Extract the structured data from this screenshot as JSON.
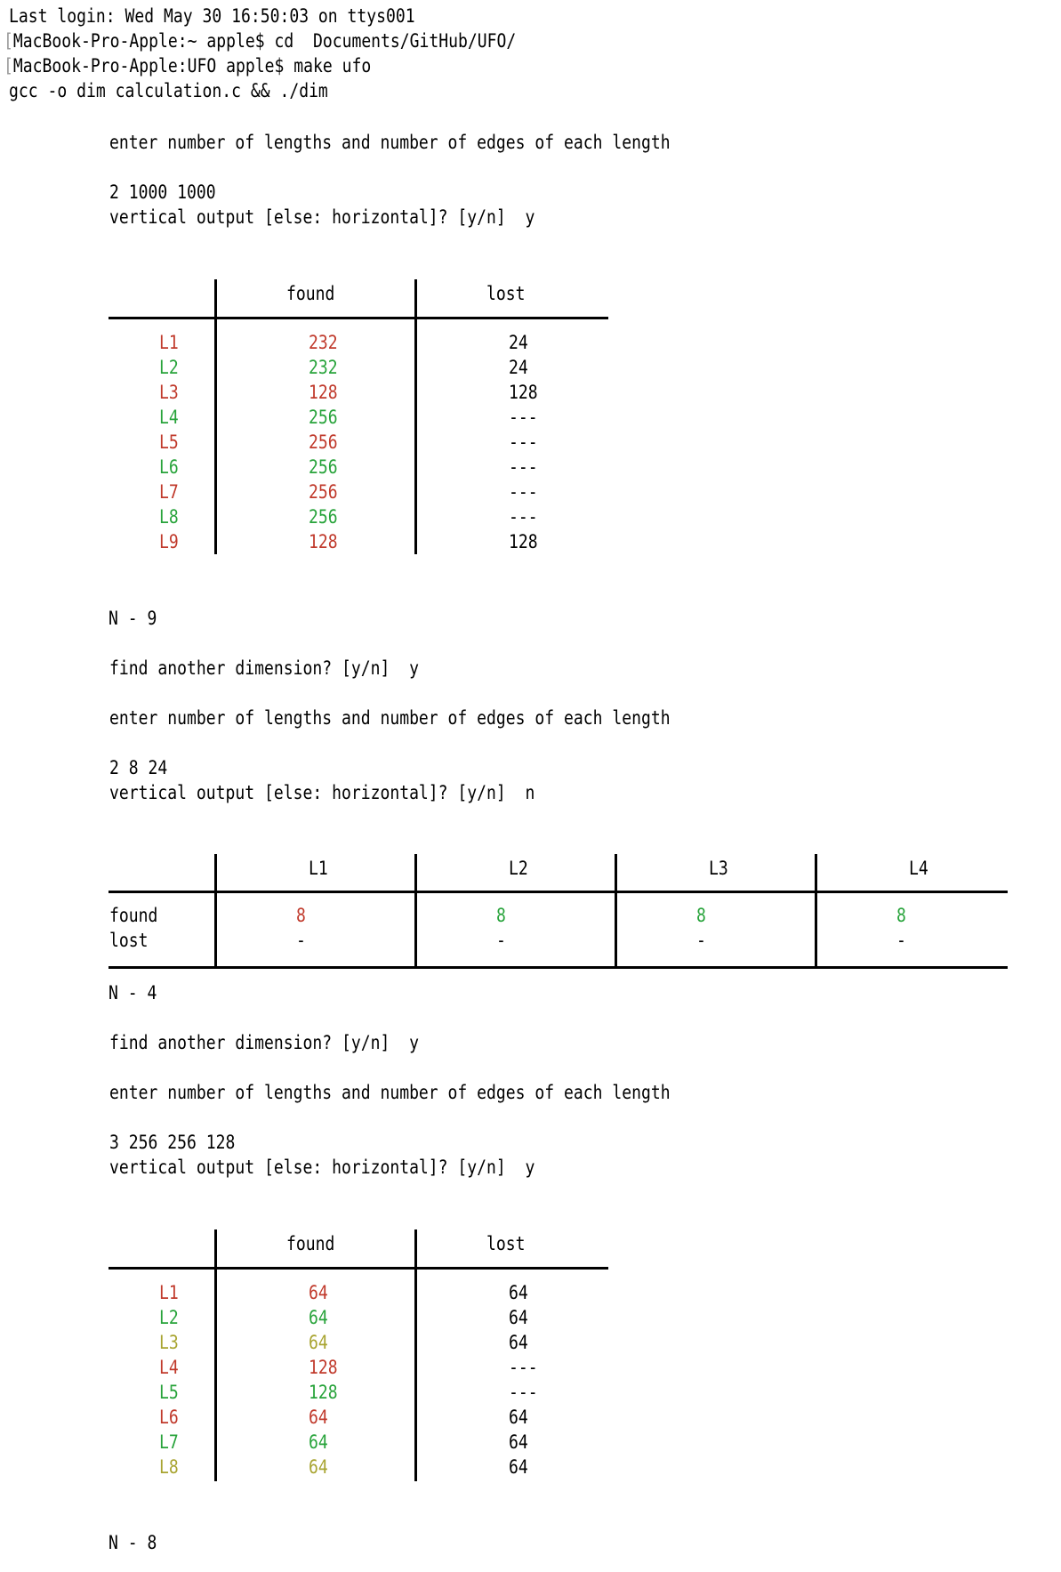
{
  "header": {
    "last_login": "Last login: Wed May 30 16:50:03 on ttys001",
    "cmd1_bracket": "[",
    "cmd1": "MacBook-Pro-Apple:~ apple$ cd  Documents/GitHub/UFO/",
    "cmd2_bracket": "[",
    "cmd2": "MacBook-Pro-Apple:UFO apple$ make ufo",
    "cmd3": "gcc -o dim calculation.c && ./dim"
  },
  "session1": {
    "prompt": "enter number of lengths and number of edges of each length",
    "input": "2 1000 1000",
    "orientation_prompt": "vertical output [else: horizontal]? [y/n]  y",
    "table": {
      "col_found": "found",
      "col_lost": "lost",
      "rows": [
        {
          "label": "L1",
          "found": "232",
          "lost": "24",
          "color": "#c0392b"
        },
        {
          "label": "L2",
          "found": "232",
          "lost": "24",
          "color": "#27a33a"
        },
        {
          "label": "L3",
          "found": "128",
          "lost": "128",
          "color": "#c0392b"
        },
        {
          "label": "L4",
          "found": "256",
          "lost": "---",
          "color": "#27a33a"
        },
        {
          "label": "L5",
          "found": "256",
          "lost": "---",
          "color": "#c0392b"
        },
        {
          "label": "L6",
          "found": "256",
          "lost": "---",
          "color": "#27a33a"
        },
        {
          "label": "L7",
          "found": "256",
          "lost": "---",
          "color": "#c0392b"
        },
        {
          "label": "L8",
          "found": "256",
          "lost": "---",
          "color": "#27a33a"
        },
        {
          "label": "L9",
          "found": "128",
          "lost": "128",
          "color": "#c0392b"
        }
      ]
    },
    "n_result": "N - 9",
    "another": "find another dimension? [y/n]  y"
  },
  "session2": {
    "prompt": "enter number of lengths and number of edges of each length",
    "input": "2 8 24",
    "orientation_prompt": "vertical output [else: horizontal]? [y/n]  n",
    "table": {
      "row_found": "found",
      "row_lost": "lost",
      "cols": [
        {
          "label": "L1",
          "found": "8",
          "lost": "-",
          "color": "#c0392b"
        },
        {
          "label": "L2",
          "found": "8",
          "lost": "-",
          "color": "#27a33a"
        },
        {
          "label": "L3",
          "found": "8",
          "lost": "-",
          "color": "#27a33a"
        },
        {
          "label": "L4",
          "found": "8",
          "lost": "-",
          "color": "#27a33a"
        }
      ]
    },
    "n_result": "N - 4",
    "another": "find another dimension? [y/n]  y"
  },
  "session3": {
    "prompt": "enter number of lengths and number of edges of each length",
    "input": "3 256 256 128",
    "orientation_prompt": "vertical output [else: horizontal]? [y/n]  y",
    "table": {
      "col_found": "found",
      "col_lost": "lost",
      "rows": [
        {
          "label": "L1",
          "found": "64",
          "lost": "64",
          "color": "#c0392b"
        },
        {
          "label": "L2",
          "found": "64",
          "lost": "64",
          "color": "#27a33a"
        },
        {
          "label": "L3",
          "found": "64",
          "lost": "64",
          "color": "#a8a430"
        },
        {
          "label": "L4",
          "found": "128",
          "lost": "---",
          "color": "#c0392b"
        },
        {
          "label": "L5",
          "found": "128",
          "lost": "---",
          "color": "#27a33a"
        },
        {
          "label": "L6",
          "found": "64",
          "lost": "64",
          "color": "#c0392b"
        },
        {
          "label": "L7",
          "found": "64",
          "lost": "64",
          "color": "#27a33a"
        },
        {
          "label": "L8",
          "found": "64",
          "lost": "64",
          "color": "#a8a430"
        }
      ]
    },
    "n_result": "N - 8"
  }
}
